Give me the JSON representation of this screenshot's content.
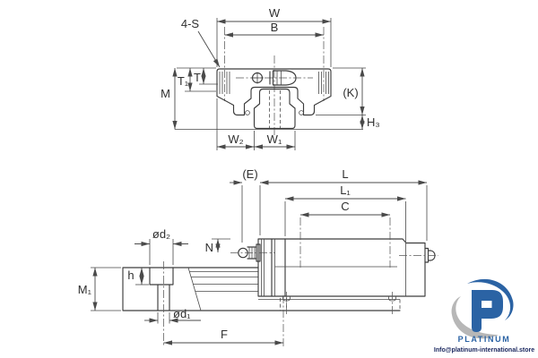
{
  "front_view": {
    "w": "W",
    "b": "B",
    "four_s": "4-S",
    "t1": "T₁",
    "t": "T",
    "m": "M",
    "k": "(K)",
    "h3": "H₃",
    "w2": "W₂",
    "w1": "W₁"
  },
  "side_view": {
    "e": "(E)",
    "l": "L",
    "l1": "L₁",
    "c": "C",
    "n": "N",
    "d2": "ød₂",
    "d1": "ød₁",
    "h": "h",
    "m1": "M₁",
    "f": "F"
  },
  "branding": {
    "name": "PLATINUM",
    "email": "Info@platinum-international.store"
  },
  "colors": {
    "line": "#3d3d3d",
    "dimension": "#4a4a4a",
    "label_text": "#2f2f2f",
    "logo_blue": "#2b63a4",
    "logo_gray": "#b7b7b7",
    "email_navy": "#1c2960"
  }
}
